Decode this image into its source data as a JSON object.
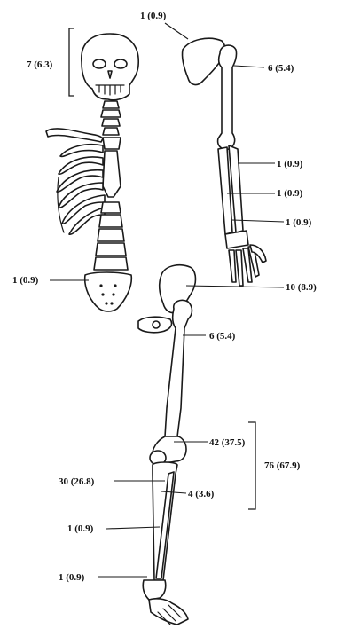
{
  "labels": {
    "skull": "7 (6.3)",
    "scapula": "1 (0.9)",
    "humerus": "6 (5.4)",
    "forearm_upper": "1 (0.9)",
    "forearm_mid": "1 (0.9)",
    "wrist": "1 (0.9)",
    "sacrum": "1 (0.9)",
    "pelvis": "10 (8.9)",
    "femur_head": "6 (5.4)",
    "femur_distal": "42 (37.5)",
    "knee_total": "76 (67.9)",
    "tibia_proximal": "30 (26.8)",
    "fibula_proximal": "4 (3.6)",
    "tibia_mid": "1 (0.9)",
    "ankle": "1 (0.9)"
  }
}
